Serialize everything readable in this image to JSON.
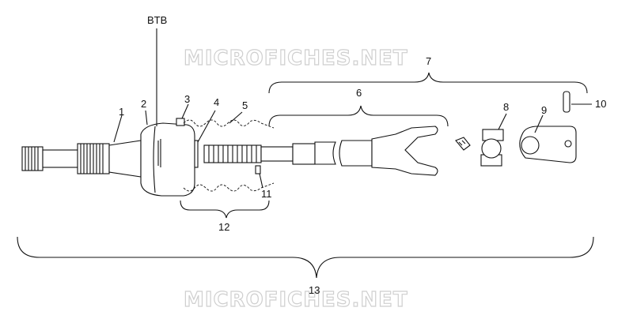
{
  "watermark": "MICROFICHES.NET",
  "labels": {
    "btb": "BTB",
    "p1": "1",
    "p2": "2",
    "p3": "3",
    "p4": "4",
    "p5": "5",
    "p6": "6",
    "p7": "7",
    "p8": "8",
    "p9": "9",
    "p10": "10",
    "p11": "11",
    "p12": "12",
    "p13": "13"
  }
}
